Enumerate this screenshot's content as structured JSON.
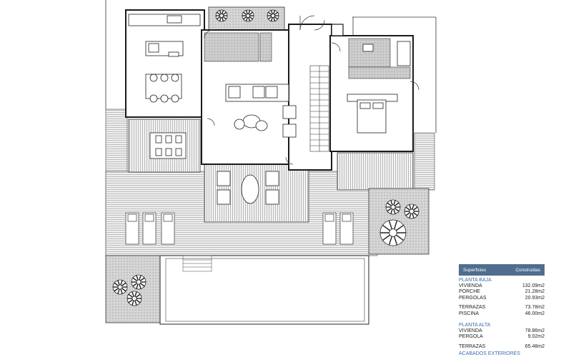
{
  "legend": {
    "col_left": "Superficies",
    "col_right": "Construidas",
    "ground_floor": {
      "title": "PLANTA BAJA",
      "rows": [
        {
          "label": "VIVIENDA",
          "value": "132.09m2"
        },
        {
          "label": "PORCHE",
          "value": "21.28m2"
        },
        {
          "label": "PERGOLAS",
          "value": "20.93m2"
        }
      ]
    },
    "outdoor_rows": [
      {
        "label": "TERRAZAS",
        "value": "73.78m2"
      },
      {
        "label": "PISCINA",
        "value": "46.00m2"
      }
    ],
    "upper_floor": {
      "title": "PLANTA ALTA",
      "rows": [
        {
          "label": "VIVIENDA",
          "value": "78.86m2"
        },
        {
          "label": "PERGOLA",
          "value": "9.02m2"
        }
      ]
    },
    "upper_outdoor_rows": [
      {
        "label": "TERRAZAS",
        "value": "65.48m2"
      }
    ],
    "footer": "ACABADOS EXTERIORES"
  },
  "colors": {
    "line": "#1a1a1a",
    "terrace_fill": "#e6e6e6",
    "tile_fill": "#d8d8d8",
    "garden_fill": "#dcdcdc",
    "header_fill": "#4f6d8f",
    "section_text": "#3d6fb0"
  }
}
